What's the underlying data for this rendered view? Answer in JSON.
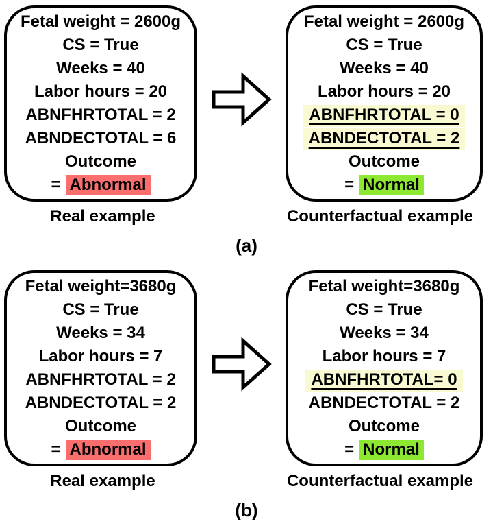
{
  "colors": {
    "abnormal_highlight": "#fa6e6e",
    "normal_highlight": "#8de832",
    "changed_highlight": "#fafad2",
    "ink": "#000000",
    "bg": "#ffffff"
  },
  "panels": [
    {
      "letter": "(a)",
      "real": {
        "label": "Real example",
        "line1": "Fetal weight = 2600g",
        "line2": "CS = True",
        "line3": "Weeks = 40",
        "line4": "Labor hours = 20",
        "line5": "ABNFHRTOTAL = 2",
        "line6": "ABNDECTOTAL = 6",
        "line7": "Outcome",
        "outcome_prefix": "=",
        "outcome_value": "Abnormal"
      },
      "counterfactual": {
        "label": "Counterfactual example",
        "line1": "Fetal weight = 2600g",
        "line2": "CS = True",
        "line3": "Weeks = 40",
        "line4": "Labor hours = 20",
        "line5": "ABNFHRTOTAL = 0",
        "line6": "ABNDECTOTAL = 2",
        "line7": "Outcome",
        "outcome_prefix": "=",
        "outcome_value": "Normal"
      }
    },
    {
      "letter": "(b)",
      "real": {
        "label": "Real example",
        "line1": "Fetal weight=3680g",
        "line2": "CS = True",
        "line3": "Weeks = 34",
        "line4": "Labor hours = 7",
        "line5": "ABNFHRTOTAL = 2",
        "line6": "ABNDECTOTAL = 2",
        "line7": "Outcome",
        "outcome_prefix": "=",
        "outcome_value": "Abnormal"
      },
      "counterfactual": {
        "label": "Counterfactual example",
        "line1": "Fetal weight=3680g",
        "line2": "CS = True",
        "line3": "Weeks = 34",
        "line4": "Labor hours = 7",
        "line5": "ABNFHRTOTAL= 0",
        "line6": "ABNDECTOTAL = 2",
        "line7": "Outcome",
        "outcome_prefix": "=",
        "outcome_value": "Normal"
      }
    }
  ]
}
